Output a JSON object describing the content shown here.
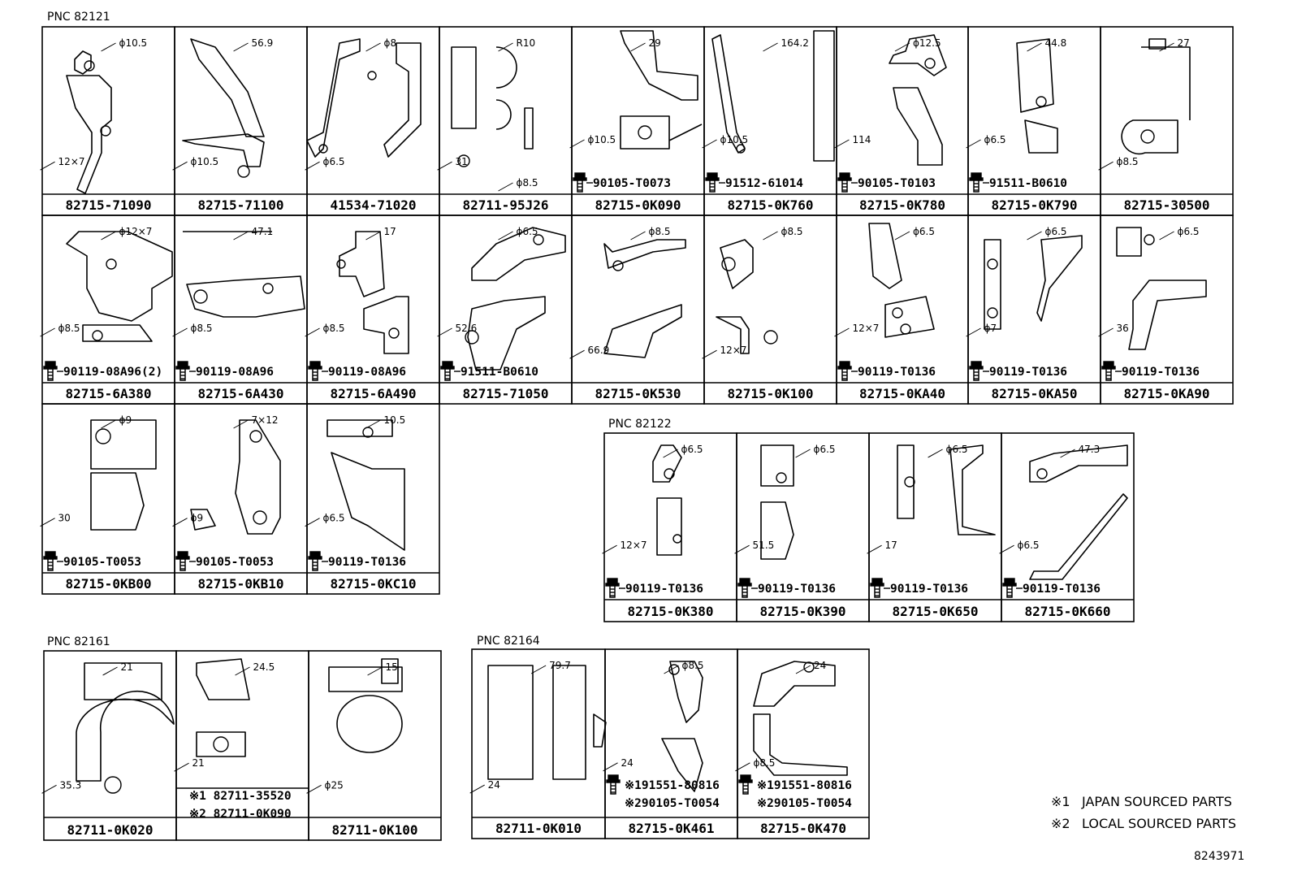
{
  "footnotes": [
    {
      "mark": "※1",
      "text": "JAPAN SOURCED PARTS"
    },
    {
      "mark": "※2",
      "text": "LOCAL SOURCED PARTS"
    }
  ],
  "image_code": "8243971",
  "groups": [
    {
      "id": "82121",
      "label": "PNC 82121",
      "cells": [
        {
          "part": "82715-71090",
          "dims": [
            "ϕ10.5",
            "12×7"
          ]
        },
        {
          "part": "82715-71100",
          "dims": [
            "56.9",
            "ϕ10.5"
          ]
        },
        {
          "part": "41534-71020",
          "dims": [
            "ϕ8",
            "ϕ6.5"
          ]
        },
        {
          "part": "82711-95J26",
          "dims": [
            "R10",
            "31",
            "ϕ8.5"
          ]
        },
        {
          "part": "82715-0K090",
          "dims": [
            "29",
            "ϕ10.5"
          ],
          "bolt": "90105-T0073"
        },
        {
          "part": "82715-0K760",
          "dims": [
            "164.2",
            "ϕ10.5"
          ],
          "bolt": "91512-61014"
        },
        {
          "part": "82715-0K780",
          "dims": [
            "ϕ12.5",
            "114"
          ],
          "bolt": "90105-T0103"
        },
        {
          "part": "82715-0K790",
          "dims": [
            "44.8",
            "ϕ6.5"
          ],
          "bolt": "91511-B0610"
        },
        {
          "part": "82715-30500",
          "dims": [
            "27",
            "ϕ8.5"
          ]
        },
        {
          "part": "82715-6A380",
          "dims": [
            "ϕ12×7",
            "ϕ8.5"
          ],
          "bolt": "90119-08A96(2)"
        },
        {
          "part": "82715-6A430",
          "dims": [
            "47.1",
            "ϕ8.5"
          ],
          "bolt": "90119-08A96"
        },
        {
          "part": "82715-6A490",
          "dims": [
            "17",
            "ϕ8.5"
          ],
          "bolt": "90119-08A96"
        },
        {
          "part": "82715-71050",
          "dims": [
            "ϕ6.5",
            "52.6"
          ],
          "bolt": "91511-B0610"
        },
        {
          "part": "82715-0K530",
          "dims": [
            "ϕ8.5",
            "66.9"
          ]
        },
        {
          "part": "82715-0K100",
          "dims": [
            "ϕ8.5",
            "12×7"
          ]
        },
        {
          "part": "82715-0KA40",
          "dims": [
            "ϕ6.5",
            "12×7"
          ],
          "bolt": "90119-T0136"
        },
        {
          "part": "82715-0KA50",
          "dims": [
            "ϕ6.5",
            "ϕ7"
          ],
          "bolt": "90119-T0136"
        },
        {
          "part": "82715-0KA90",
          "dims": [
            "ϕ6.5",
            "36"
          ],
          "bolt": "90119-T0136"
        },
        {
          "part": "82715-0KB00",
          "dims": [
            "ϕ9",
            "30"
          ],
          "bolt": "90105-T0053"
        },
        {
          "part": "82715-0KB10",
          "dims": [
            "7×12",
            "ϕ9"
          ],
          "bolt": "90105-T0053"
        },
        {
          "part": "82715-0KC10",
          "dims": [
            "10.5",
            "ϕ6.5"
          ],
          "bolt": "90119-T0136"
        }
      ]
    },
    {
      "id": "82122",
      "label": "PNC 82122",
      "cells": [
        {
          "part": "82715-0K380",
          "dims": [
            "ϕ6.5",
            "12×7"
          ],
          "bolt": "90119-T0136"
        },
        {
          "part": "82715-0K390",
          "dims": [
            "ϕ6.5",
            "51.5"
          ],
          "bolt": "90119-T0136"
        },
        {
          "part": "82715-0K650",
          "dims": [
            "ϕ6.5",
            "17"
          ],
          "bolt": "90119-T0136"
        },
        {
          "part": "82715-0K660",
          "dims": [
            "47.3",
            "ϕ6.5"
          ],
          "bolt": "90119-T0136"
        }
      ]
    },
    {
      "id": "82161",
      "label": "PNC 82161",
      "cells": [
        {
          "part": "82711-0K020",
          "dims": [
            "21",
            "35.3"
          ]
        },
        {
          "part": "",
          "dims": [
            "24.5",
            "21"
          ],
          "variants": [
            "※1 82711-35520",
            "※2 82711-0K090"
          ]
        },
        {
          "part": "82711-0K100",
          "dims": [
            "15",
            "ϕ25"
          ]
        }
      ]
    },
    {
      "id": "82164",
      "label": "PNC 82164",
      "cells": [
        {
          "part": "82711-0K010",
          "dims": [
            "79.7",
            "24"
          ]
        },
        {
          "part": "82715-0K461",
          "dims": [
            "ϕ8.5",
            "24"
          ],
          "bolts": [
            "※191551-80816",
            "※290105-T0054"
          ]
        },
        {
          "part": "82715-0K470",
          "dims": [
            "24",
            "ϕ8.5"
          ],
          "bolts": [
            "※191551-80816",
            "※290105-T0054"
          ]
        }
      ]
    }
  ]
}
